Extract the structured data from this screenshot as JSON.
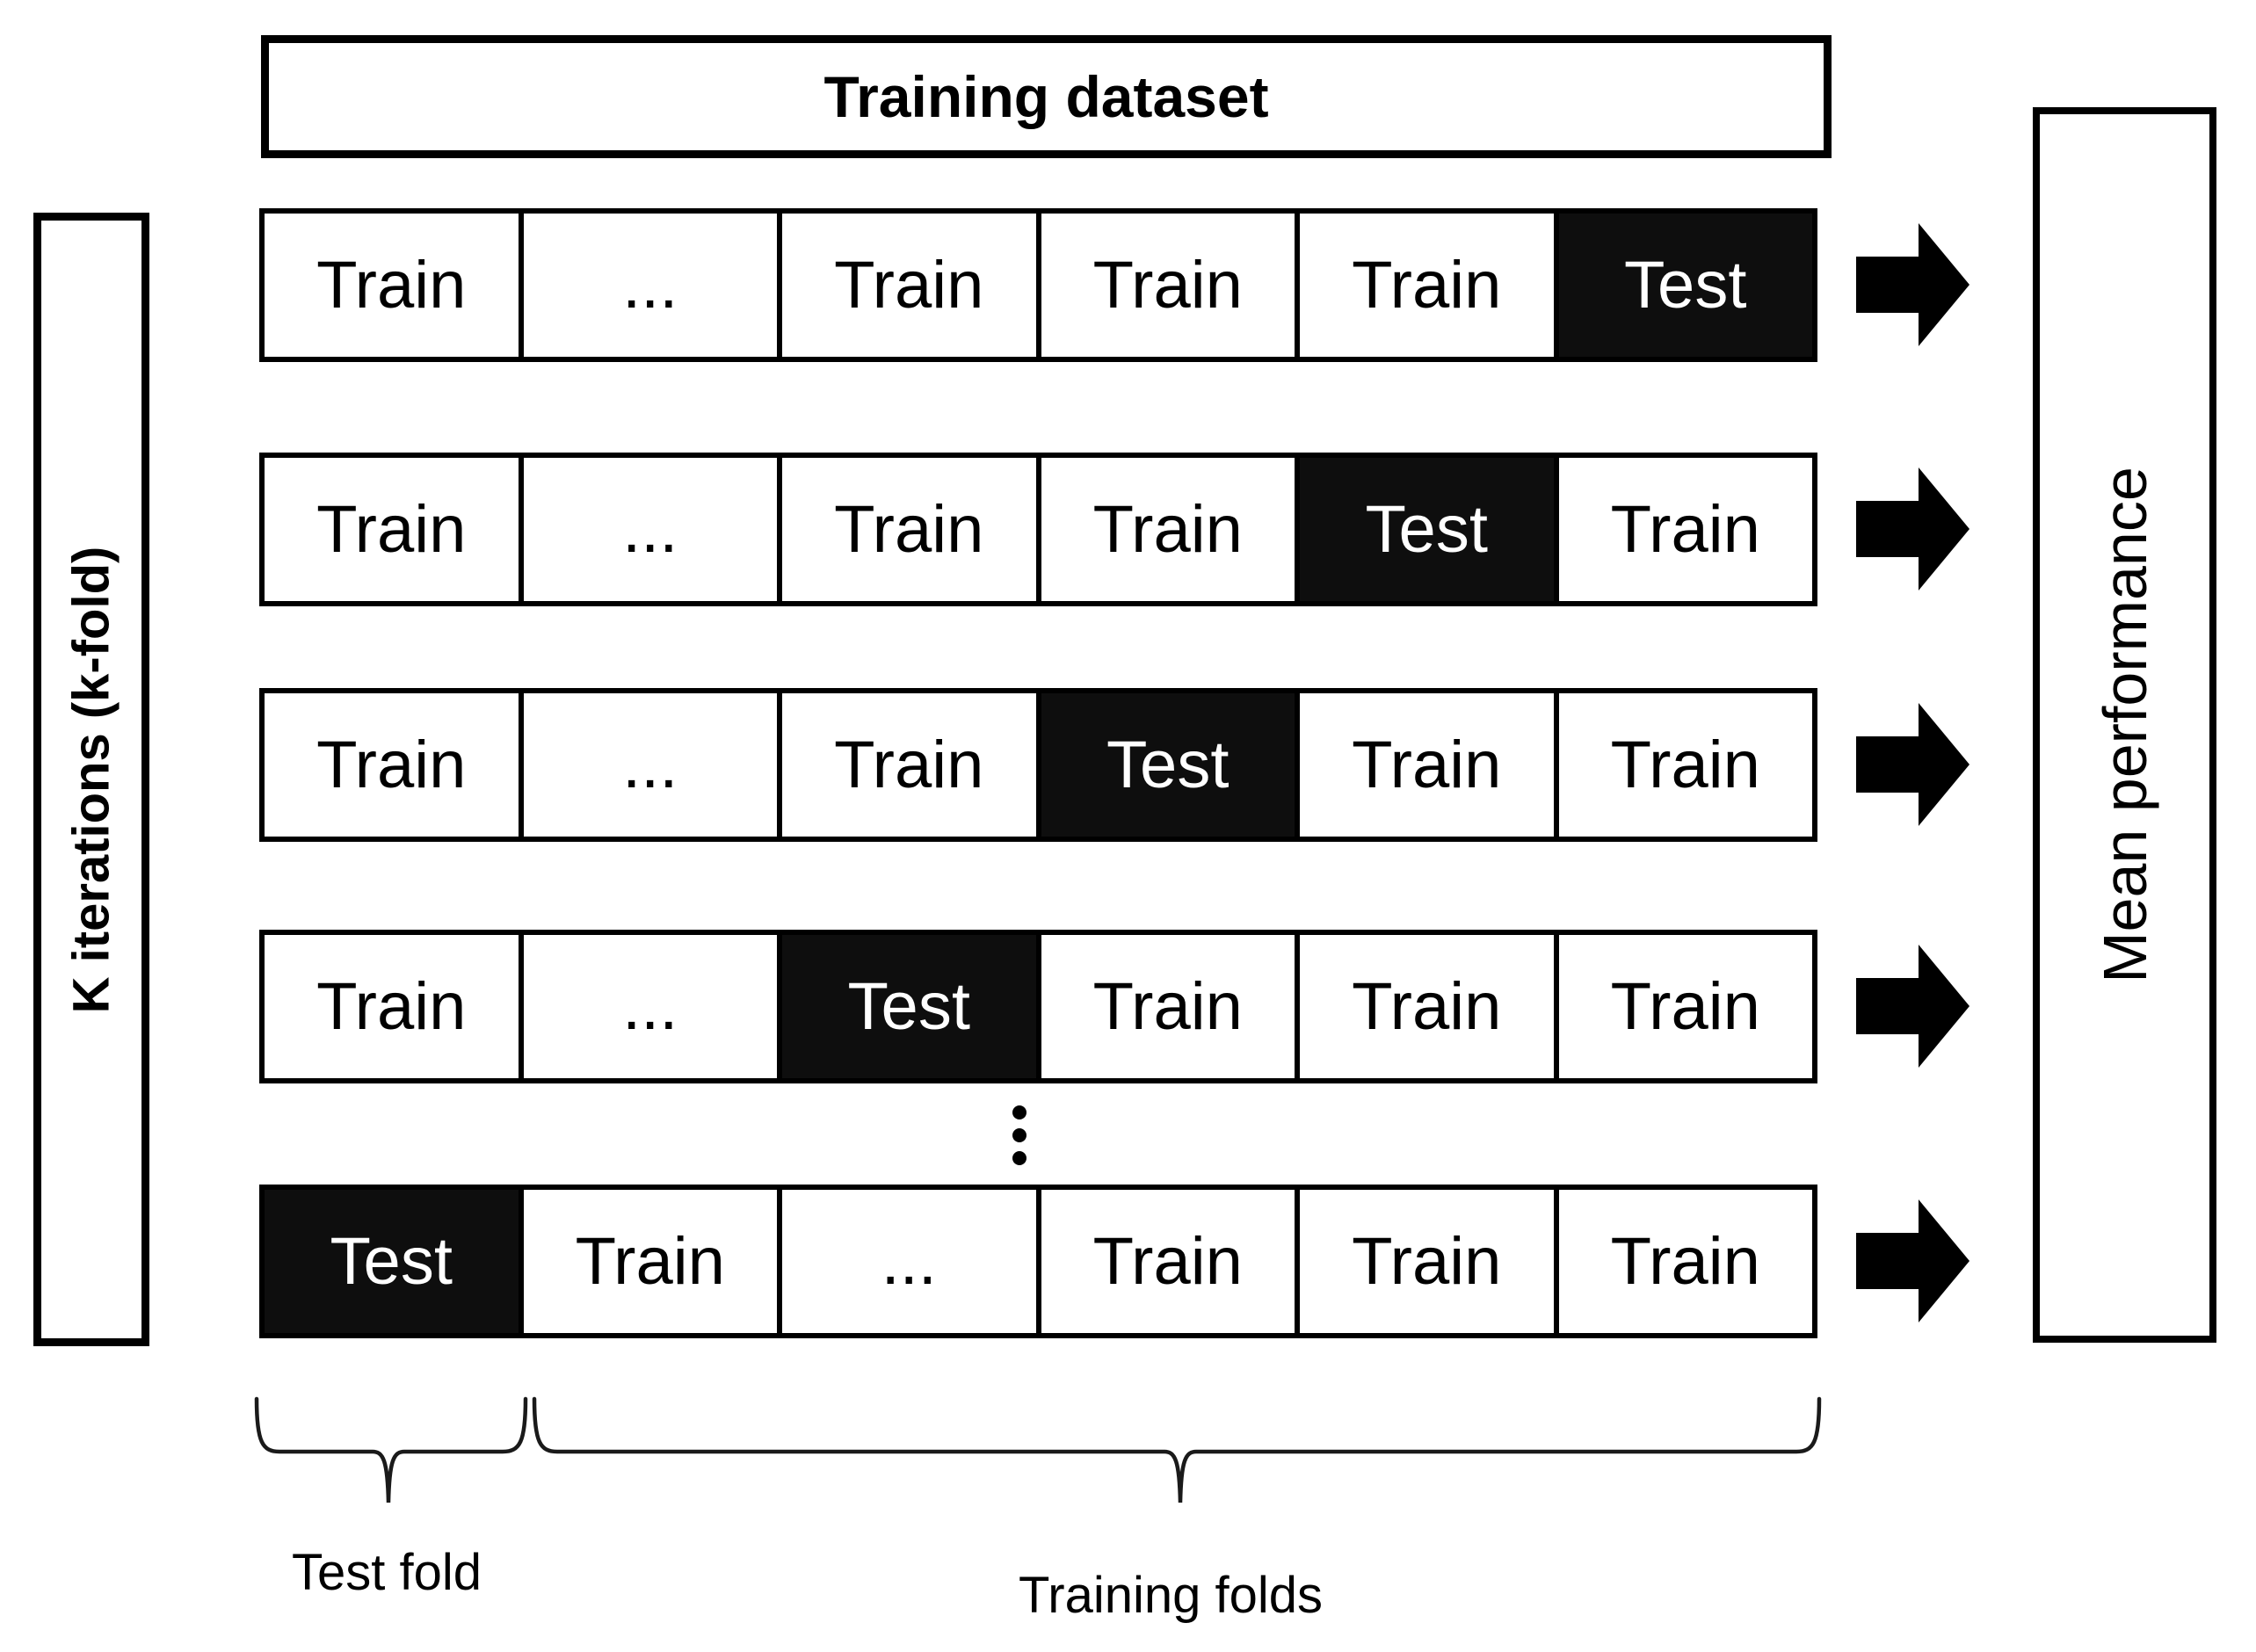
{
  "labels": {
    "training_dataset": "Training dataset",
    "k_iterations": "K iterations (k-fold)",
    "mean_performance": "Mean performance",
    "test_fold": "Test fold",
    "training_folds": "Training folds"
  },
  "folds": {
    "rows": [
      {
        "cells": [
          "Train",
          "...",
          "Train",
          "Train",
          "Train",
          "Test"
        ],
        "test_index": 5
      },
      {
        "cells": [
          "Train",
          "...",
          "Train",
          "Train",
          "Test",
          "Train"
        ],
        "test_index": 4
      },
      {
        "cells": [
          "Train",
          "...",
          "Train",
          "Test",
          "Train",
          "Train"
        ],
        "test_index": 3
      },
      {
        "cells": [
          "Train",
          "...",
          "Test",
          "Train",
          "Train",
          "Train"
        ],
        "test_index": 2
      },
      {
        "cells": [
          "Test",
          "Train",
          "...",
          "Train",
          "Train",
          "Train"
        ],
        "test_index": 0
      }
    ]
  },
  "colors": {
    "line": "#000000",
    "test_cell_bg": "#0e0e0e",
    "test_cell_text": "#ffffff",
    "background": "#ffffff"
  }
}
